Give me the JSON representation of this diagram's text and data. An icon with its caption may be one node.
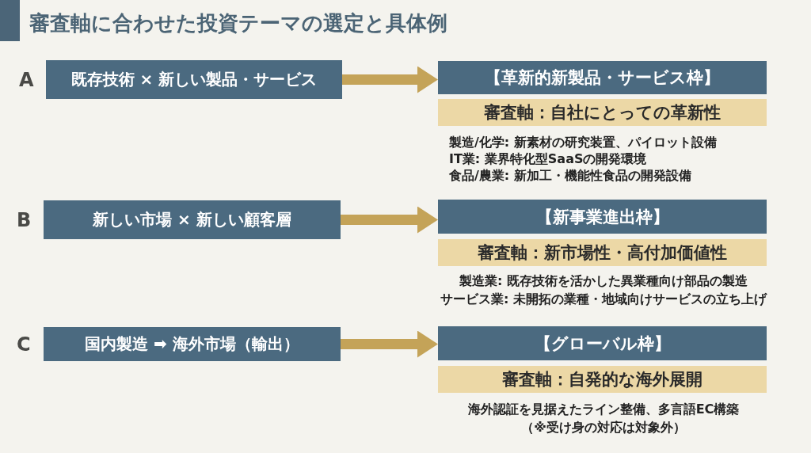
{
  "diagram": {
    "title": "審査軸に合わせた投資テーマの選定と具体例",
    "nodes": [
      {
        "text": [
          "既存技術 × 新しい製品・サービス"
        ],
        "beside": [
          "A"
        ]
      },
      {
        "text": [
          "【革新的新製品・サービス枠】"
        ]
      },
      {
        "text": [
          "審査軸：自社にとっての革新性"
        ],
        "beside": [
          "製造/化学: 新素材の研究装置、パイロット設備",
          "IT業: 業界特化型SaaSの開発環境",
          "食品/農業: 新加工・機能性食品の開発設備"
        ]
      },
      {
        "text": [
          "新しい市場 × 新しい顧客層"
        ],
        "beside": [
          "B"
        ]
      },
      {
        "text": [
          "【新事業進出枠】"
        ]
      },
      {
        "text": [
          "審査軸：新市場性・高付加価値性"
        ],
        "beside": [
          "製造業: 既存技術を活かした異業種向け部品の製造",
          "サービス業: 未開拓の業種・地域向けサービスの立ち上げ"
        ]
      },
      {
        "text": [
          "国内製造 ➡ 海外市場（輸出）"
        ],
        "beside": [
          "C"
        ]
      },
      {
        "text": [
          "【グローバル枠】"
        ]
      },
      {
        "text": [
          "審査軸：自発的な海外展開"
        ],
        "beside": [
          "海外認証を見据えたライン整備、多言語EC構築",
          "（※受け身の対応は対象外）"
        ]
      }
    ],
    "edges": [
      {
        "from": 0,
        "to": 1,
        "arrow": "to"
      },
      {
        "from": 3,
        "to": 4,
        "arrow": "to"
      },
      {
        "from": 6,
        "to": 7,
        "arrow": "to"
      }
    ]
  }
}
